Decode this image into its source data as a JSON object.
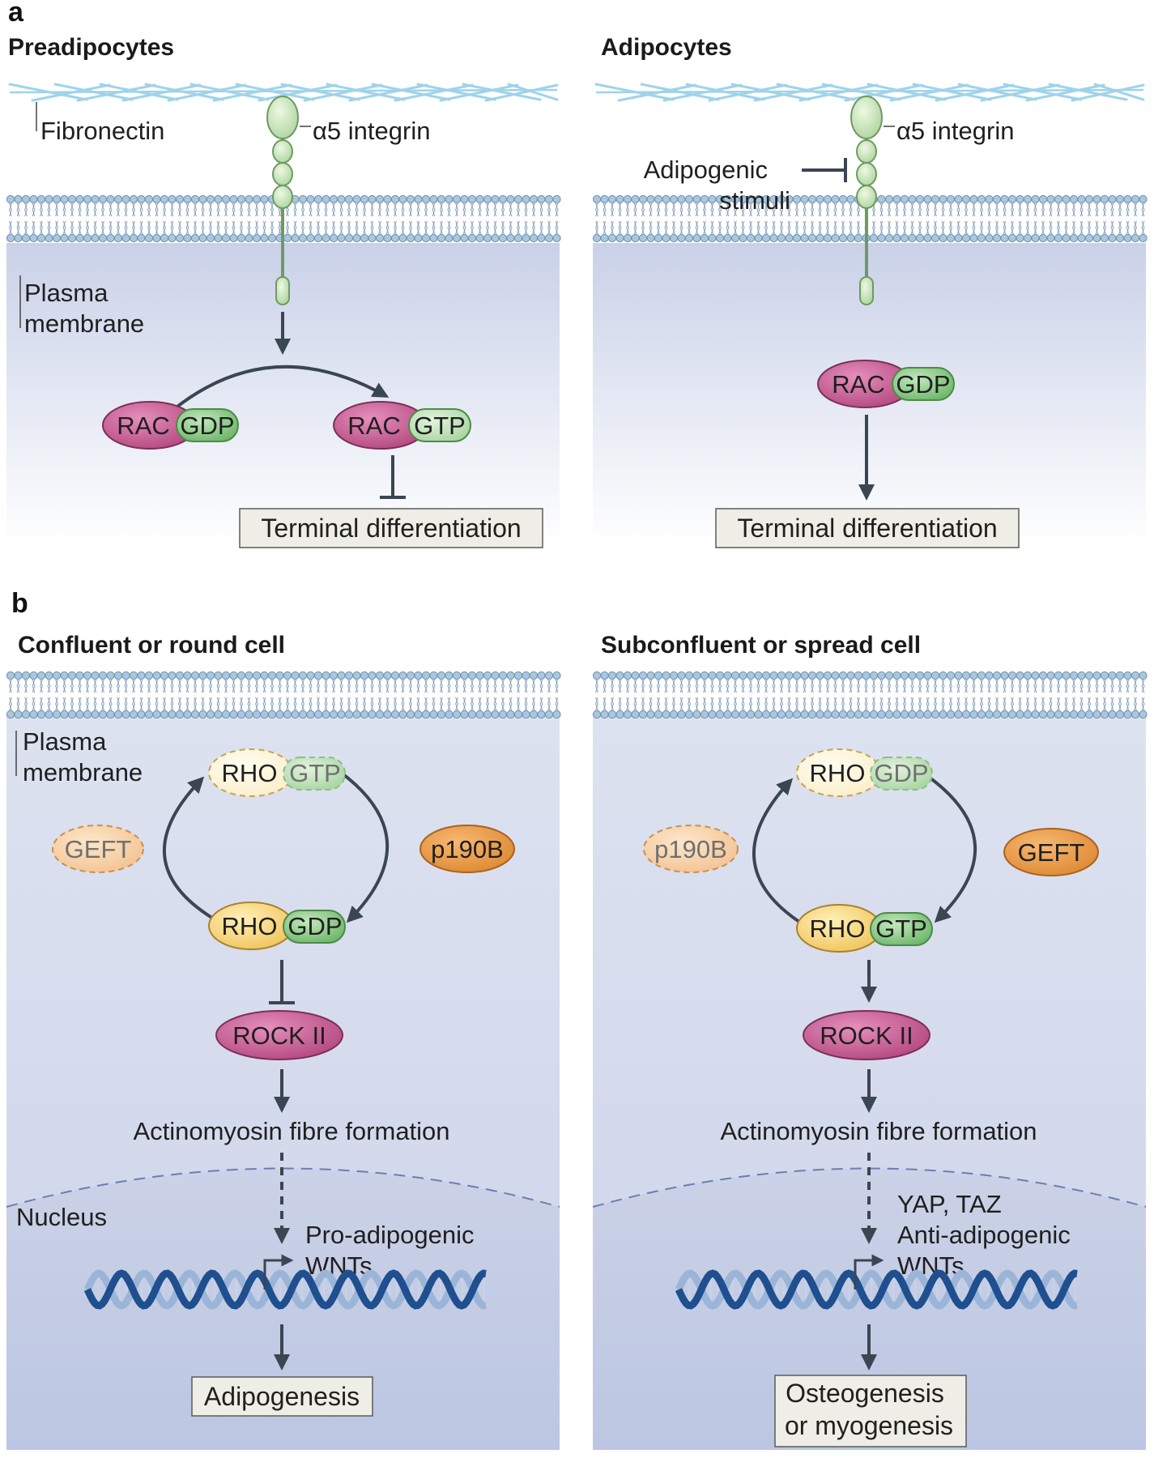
{
  "panel_a": {
    "label": "a",
    "left": {
      "title": "Preadipocytes",
      "fibronectin": "Fibronectin",
      "integrin": "α5 integrin",
      "membrane_line1": "Plasma",
      "membrane_line2": "membrane",
      "rac": "RAC",
      "gdp": "GDP",
      "gtp": "GTP",
      "outcome": "Terminal differentiation"
    },
    "right": {
      "title": "Adipocytes",
      "integrin": "α5 integrin",
      "stimuli_line1": "Adipogenic",
      "stimuli_line2": "stimuli",
      "rac": "RAC",
      "gdp": "GDP",
      "outcome": "Terminal differentiation"
    }
  },
  "panel_b": {
    "label": "b",
    "left": {
      "title": "Confluent or round cell",
      "membrane_line1": "Plasma",
      "membrane_line2": "membrane",
      "rho": "RHO",
      "gtp": "GTP",
      "gdp": "GDP",
      "gef": "GEFT",
      "gap": "p190B",
      "rock": "ROCK II",
      "fibre": "Actinomyosin fibre formation",
      "nucleus": "Nucleus",
      "wnt_line1": "Pro-adipogenic",
      "wnt_line2": "WNTs",
      "outcome": "Adipogenesis"
    },
    "right": {
      "title": "Subconfluent or spread cell",
      "rho": "RHO",
      "gdp": "GDP",
      "gtp": "GTP",
      "gap": "p190B",
      "gef": "GEFT",
      "rock": "ROCK II",
      "fibre": "Actinomyosin fibre formation",
      "yap": "YAP, TAZ",
      "wnt_line1": "Anti-adipogenic",
      "wnt_line2": "WNTs",
      "outcome_line1": "Osteogenesis",
      "outcome_line2": "or myogenesis"
    }
  },
  "colors": {
    "rac": "#c95b93",
    "guanine": "#8fcf8a",
    "rho": "#f5d27a",
    "gef_p190": "#e8953f",
    "membrane": "#a9c7de",
    "fibronectin": "#9fd3ea",
    "dna_dark": "#1f4f8f",
    "dna_light": "#9bb5d8",
    "box": "#efeee6",
    "arrow": "#3a4652"
  }
}
